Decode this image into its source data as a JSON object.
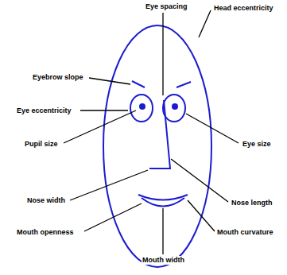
{
  "diagram": {
    "labels": [
      "Eye spacing",
      "Head eccentricity",
      "Eyebrow slope",
      "Eye eccentricity",
      "Pupil size",
      "Eye size",
      "Nose width",
      "Nose length",
      "Mouth openness",
      "Mouth curvature",
      "Mouth width"
    ]
  }
}
